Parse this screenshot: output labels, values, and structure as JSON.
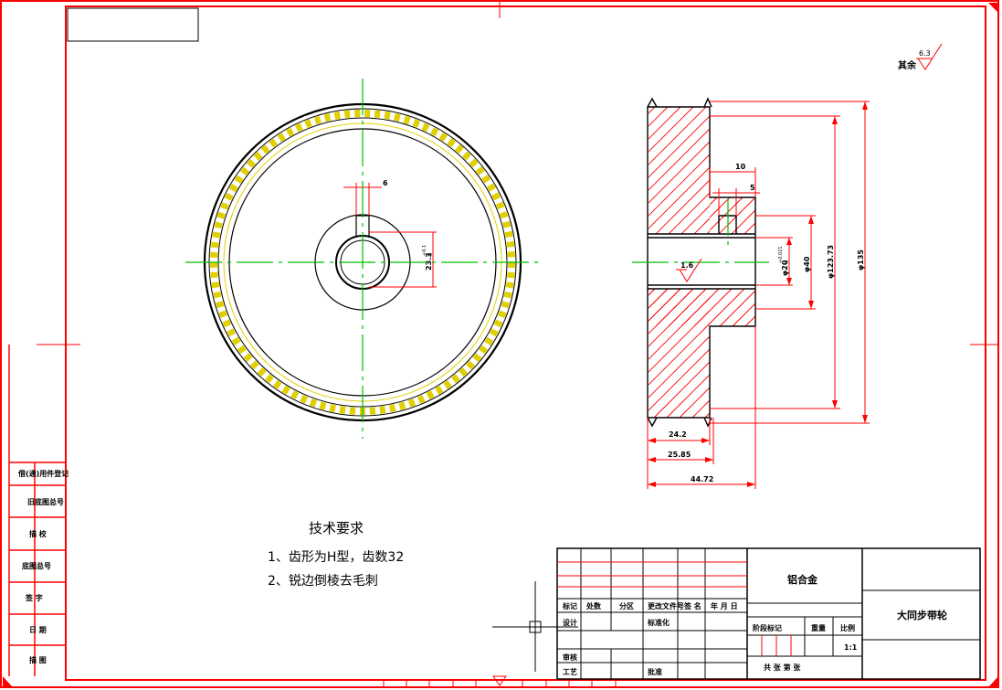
{
  "technical_requirements": {
    "title": "技术要求",
    "items": [
      "1、齿形为H型，齿数32",
      "2、锐边倒棱去毛刺"
    ]
  },
  "surface_finish": {
    "general_label": "其余",
    "general_value": "6.3",
    "bore_value": "1.6"
  },
  "dimensions": {
    "keyway_width": "6",
    "keyway_depth_value": "23.3",
    "keyway_depth_tol_upper": "+0.1",
    "keyway_depth_tol_lower": "0",
    "hub_length": "10",
    "groove": "5",
    "bore_value": "φ20",
    "bore_tol_upper": "+0.021",
    "bore_tol_lower": "0",
    "hub_diameter": "φ40",
    "pitch_diameter": "φ123.73",
    "outer_diameter": "φ135",
    "width_1": "24.2",
    "width_2": "25.85",
    "width_3": "44.72"
  },
  "title_block": {
    "part_name": "大同步带轮",
    "material": "铝合金",
    "scale_value": "1:1",
    "headers": [
      "标记",
      "处数",
      "分区",
      "更改文件号",
      "签 名",
      "年 月 日"
    ],
    "design_label": "设计",
    "standardization_label": "标准化",
    "review_label": "审核",
    "process_label": "工艺",
    "approve_label": "批准",
    "stage_mark_label": "阶段标记",
    "weight_label": "重量",
    "scale_label": "比例",
    "sheets_label": "共 张 第 张"
  },
  "left_column": {
    "labels": [
      "借(通)用件登记",
      "旧底图总号",
      "描 校",
      "底图总号",
      "签 字",
      "日 期",
      "描 图"
    ]
  },
  "colors": {
    "frame": "#ff0000",
    "centerline": "#00c000",
    "teeth": "#e0d000",
    "outline": "#000000",
    "hatch": "#ff0000"
  }
}
